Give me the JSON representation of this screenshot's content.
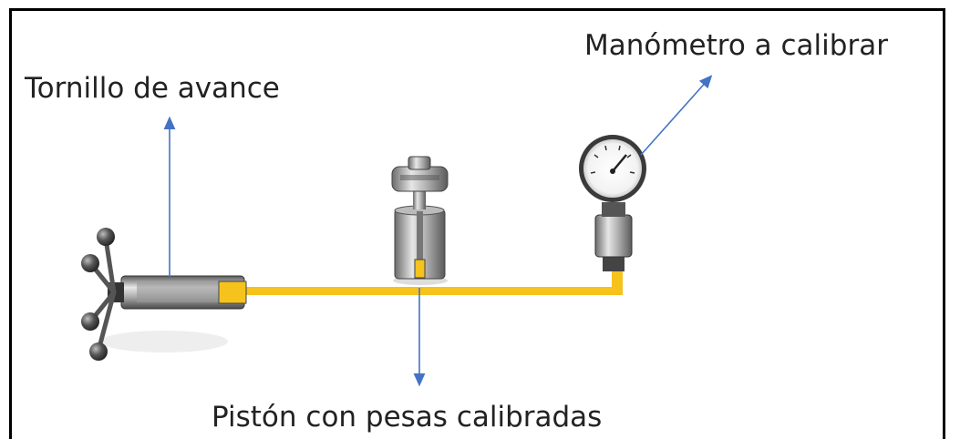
{
  "labels": {
    "feed_screw": "Tornillo de avance",
    "gauge": "Manómetro a calibrar",
    "piston": "Pistón con pesas calibradas"
  },
  "colors": {
    "pipe": "#f6c21c",
    "arrow": "#4472c4",
    "metal_dark": "#4b4b4b",
    "metal_light": "#d9d9d9"
  }
}
